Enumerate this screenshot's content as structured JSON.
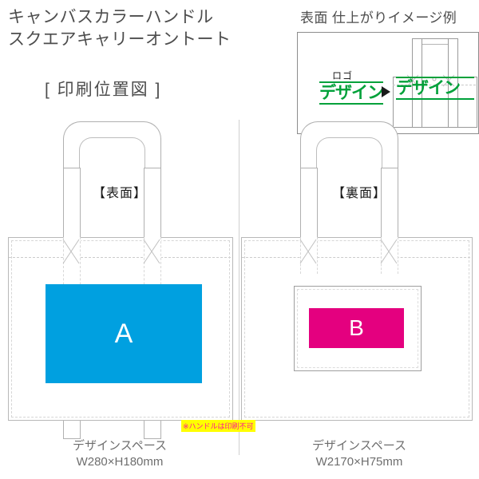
{
  "header": {
    "product_title": "キャンバスカラーハンドル\nスクエアキャリーオントート",
    "diagram_heading": "[ 印刷位置図 ]"
  },
  "inset": {
    "title": "表面 仕上がりイメージ例",
    "logo_label": "ロゴ",
    "logo_text": "デザイン",
    "mockup_text": "デザイン",
    "arrow": "arrow-right",
    "green_color": "#00a13a"
  },
  "front_panel": {
    "side_label": "【表面】",
    "print_area_label": "A",
    "print_area_color": "#00a0e0",
    "caption": "デザインスペース\nW280×H180mm"
  },
  "back_panel": {
    "side_label": "【裏面】",
    "print_area_label": "B",
    "print_area_color": "#e4007f",
    "caption": "デザインスペース\nW2170×H75mm"
  },
  "notes": {
    "handle_no_print": "※ハンドルは印刷不可",
    "highlight_color": "#ffff00",
    "note_text_color": "#ff1493"
  }
}
